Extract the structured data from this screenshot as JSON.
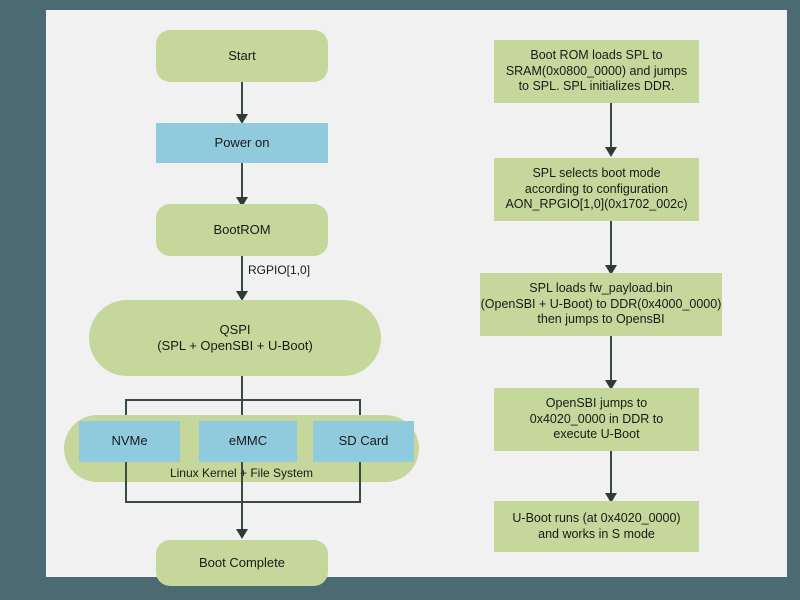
{
  "slide": {
    "background_color": "#4b6a72",
    "canvas_color": "#f1f1f1",
    "green_color": "#c5d79a",
    "blue_color": "#8fcbdd",
    "connector_color": "#3b4a42"
  },
  "left_flow": {
    "nodes": [
      {
        "id": "start",
        "label": "Start",
        "shape": "rounded",
        "fill": "green"
      },
      {
        "id": "power-on",
        "label": "Power on",
        "shape": "rect",
        "fill": "blue"
      },
      {
        "id": "bootrom",
        "label": "BootROM",
        "shape": "rounded",
        "fill": "green"
      },
      {
        "id": "qspi",
        "label": "QSPI\n(SPL + OpenSBI + U-Boot)",
        "shape": "pill",
        "fill": "green"
      },
      {
        "id": "storage-group",
        "label": "",
        "shape": "pill",
        "fill": "green"
      },
      {
        "id": "nvme",
        "label": "NVMe",
        "shape": "rect",
        "fill": "blue"
      },
      {
        "id": "emmc",
        "label": "eMMC",
        "shape": "rect",
        "fill": "blue"
      },
      {
        "id": "sdcard",
        "label": "SD Card",
        "shape": "rect",
        "fill": "blue"
      },
      {
        "id": "boot-complete",
        "label": "Boot Complete",
        "shape": "rounded",
        "fill": "green"
      }
    ],
    "edge_label_rgpio": "RGPIO[1,0]",
    "storage_group_label": "Linux Kernel + File System"
  },
  "right_flow": {
    "nodes": [
      {
        "id": "step-1",
        "label": "Boot ROM loads SPL to\nSRAM(0x0800_0000) and jumps\nto SPL. SPL initializes DDR."
      },
      {
        "id": "step-2",
        "label": "SPL selects boot mode\naccording to configuration\nAON_RPGIO[1,0](0x1702_002c)"
      },
      {
        "id": "step-3",
        "label": "SPL loads fw_payload.bin\n(OpenSBI + U-Boot) to DDR(0x4000_0000)\nthen jumps to OpensBI"
      },
      {
        "id": "step-4",
        "label": "OpenSBI jumps to\n0x4020_0000 in DDR to\nexecute U-Boot"
      },
      {
        "id": "step-5",
        "label": "U-Boot runs (at 0x4020_0000)\nand works in S mode"
      }
    ]
  }
}
